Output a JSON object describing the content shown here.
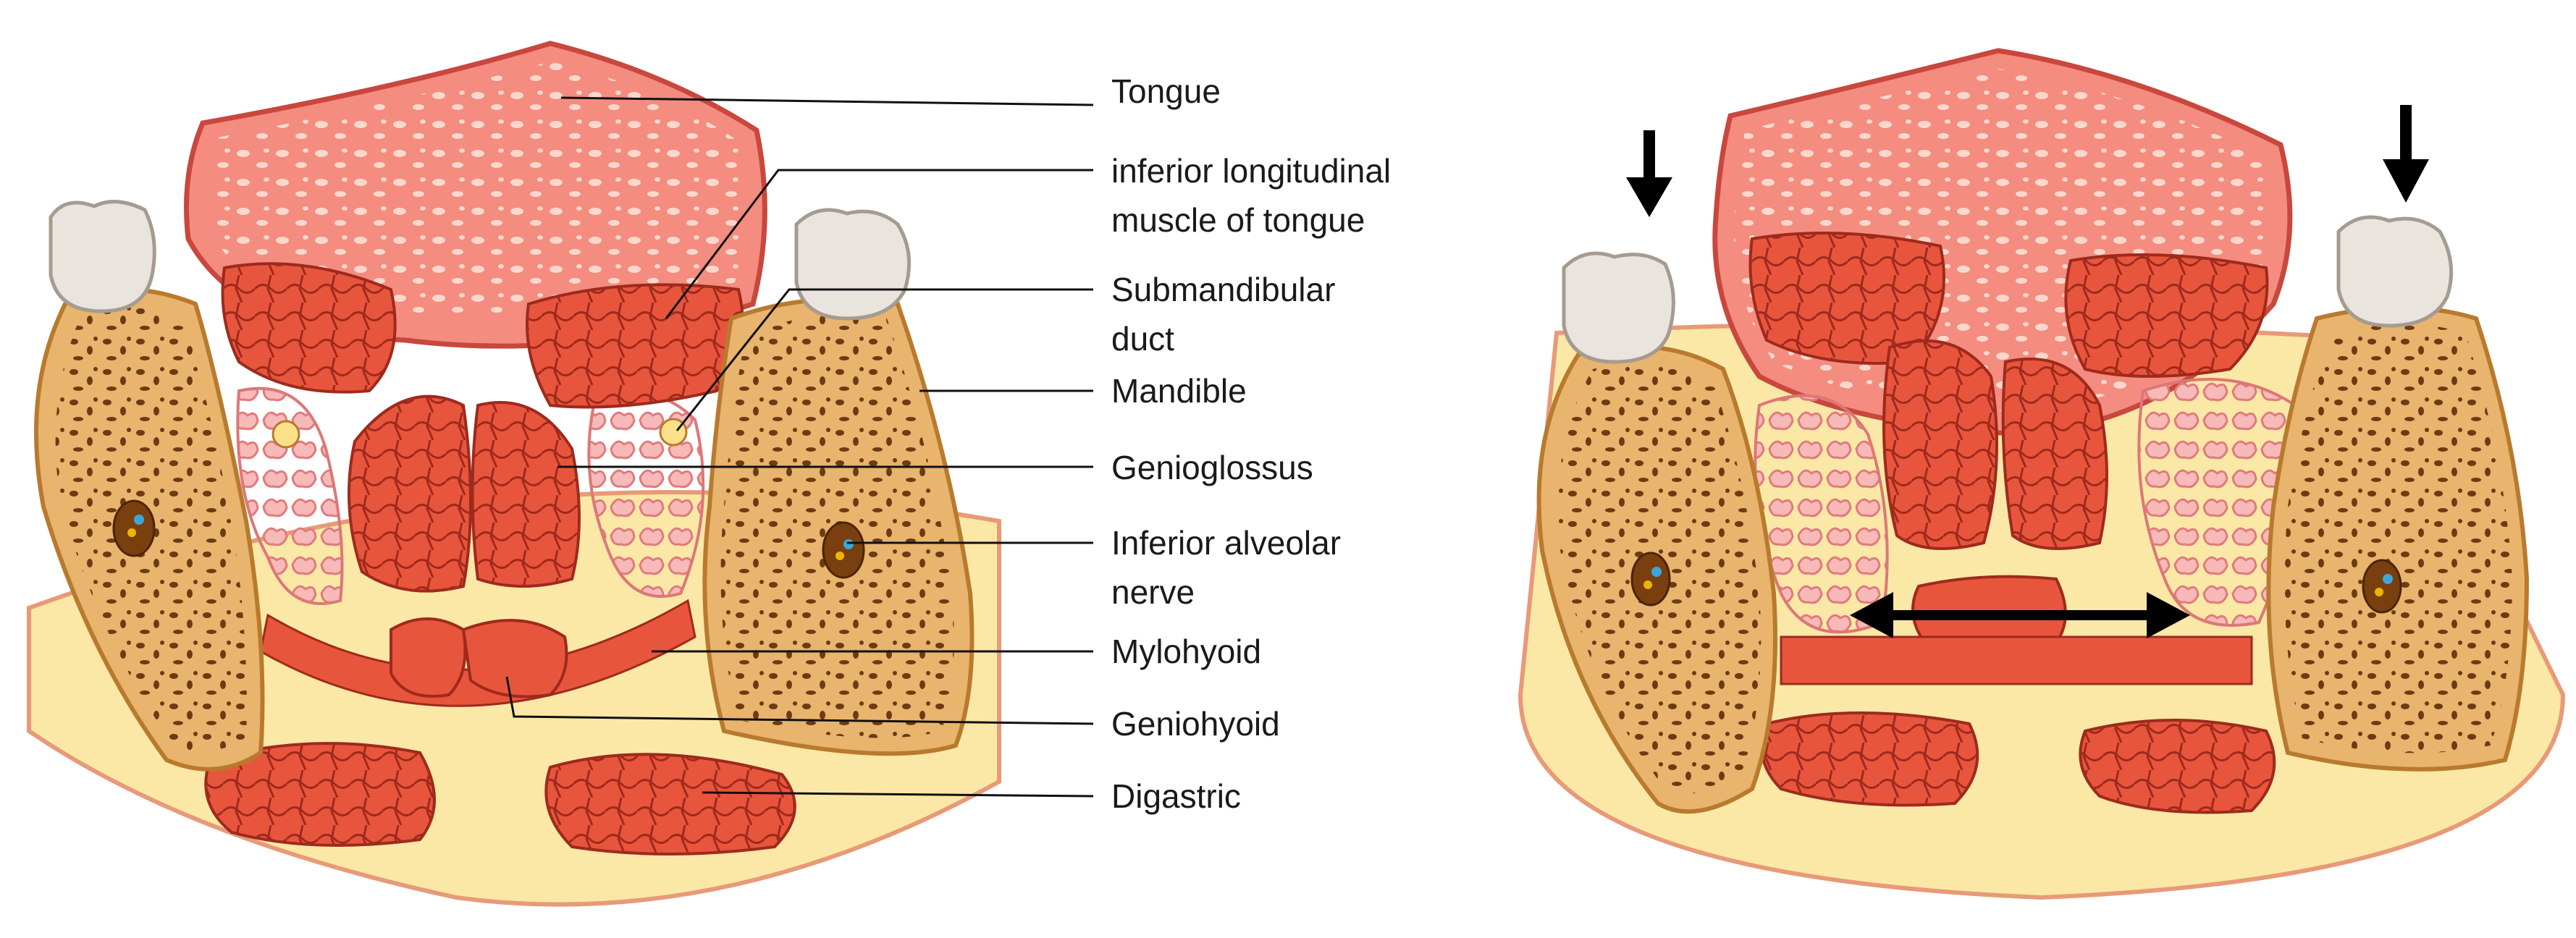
{
  "labels": {
    "tongue": "Tongue",
    "inferior_longitudinal_1": "inferior longitudinal",
    "inferior_longitudinal_2": "muscle of tongue",
    "submandibular_1": "Submandibular",
    "submandibular_2": "duct",
    "mandible": "Mandible",
    "genioglossus": "Genioglossus",
    "inferior_alveolar_1": "Inferior alveolar",
    "inferior_alveolar_2": "nerve",
    "mylohyoid": "Mylohyoid",
    "geniohyoid": "Geniohyoid",
    "digastric": "Digastric"
  },
  "colors": {
    "soft_tissue": "#fbe8a6",
    "bone": "#e8b46e",
    "bone_edge": "#b97a2e",
    "tongue": "#f48c80",
    "tongue_edge": "#c9473d",
    "muscle": "#e8553d",
    "muscle_line": "#9e2a1c",
    "gland": "#f5a3a3",
    "tooth": "#e9e4dd",
    "arrow": "#000000"
  },
  "icons": {
    "down_arrow": "down-arrow-icon",
    "double_arrow": "horizontal-double-arrow-icon"
  }
}
